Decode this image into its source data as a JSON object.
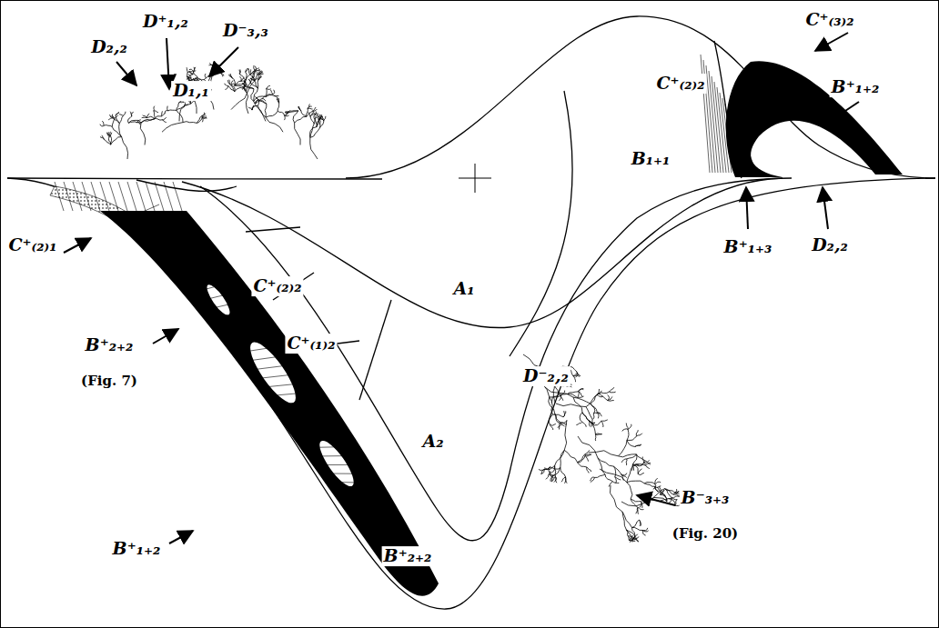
{
  "diagram": {
    "labels": [
      "D₂,₂",
      "D⁺₁,₂",
      "D⁻₃,₃",
      "D₁,₁",
      "C⁺₍₂₎₁",
      "C⁺₍₂₎₂",
      "C⁺₍₁₎₂",
      "A₁",
      "A₂",
      "B⁺₂₊₂",
      "(Fig. 7)",
      "B⁺₁₊₂",
      "B⁺₂₊₂",
      "D⁻₂,₂",
      "B⁻₃₊₃",
      "(Fig. 20)",
      "C⁺₍₃₎₂",
      "C⁺₍₂₎₂",
      "B₁₊₁",
      "B⁺₁₊₂",
      "B⁺₁₊₃",
      "D₂,₂"
    ]
  }
}
